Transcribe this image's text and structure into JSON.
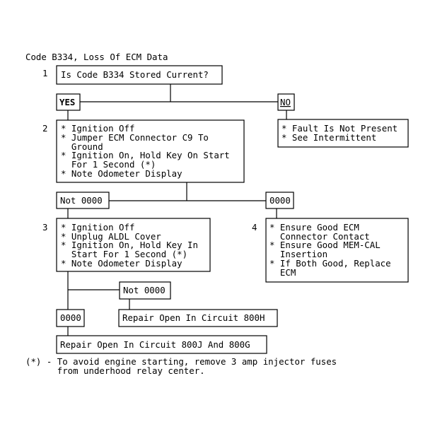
{
  "title": "Code B334, Loss Of ECM Data",
  "steps": {
    "s1": {
      "number": "1",
      "text": "Is Code B334 Stored Current?"
    },
    "s2": {
      "number": "2",
      "lines": [
        "* Ignition Off",
        "* Jumper ECM Connector C9 To",
        "  Ground",
        "* Ignition On, Hold Key On Start",
        "  For 1 Second (*)",
        "* Note Odometer Display"
      ]
    },
    "s3": {
      "number": "3",
      "lines": [
        "* Ignition Off",
        "* Unplug ALDL Cover",
        "* Ignition On, Hold Key In",
        "  Start For 1 Second (*)",
        "* Note Odometer Display"
      ]
    },
    "s4": {
      "number": "4",
      "lines": [
        "* Ensure Good ECM",
        "  Connector Contact",
        "* Ensure Good MEM-CAL",
        "  Insertion",
        "* If Both Good, Replace",
        "  ECM"
      ]
    }
  },
  "branches": {
    "yes": "YES",
    "no": "NO",
    "not0000_a": "Not 0000",
    "zero_a": "0000",
    "not0000_b": "Not 0000",
    "zero_b": "0000"
  },
  "results": {
    "no_fault": [
      "* Fault Is Not Present",
      "* See Intermittent"
    ],
    "repair_800h": "Repair Open In Circuit 800H",
    "repair_800j": "Repair Open In Circuit 800J And 800G"
  },
  "footnote": [
    "(*) - To avoid engine starting, remove 3 amp injector fuses",
    "      from underhood relay center."
  ]
}
